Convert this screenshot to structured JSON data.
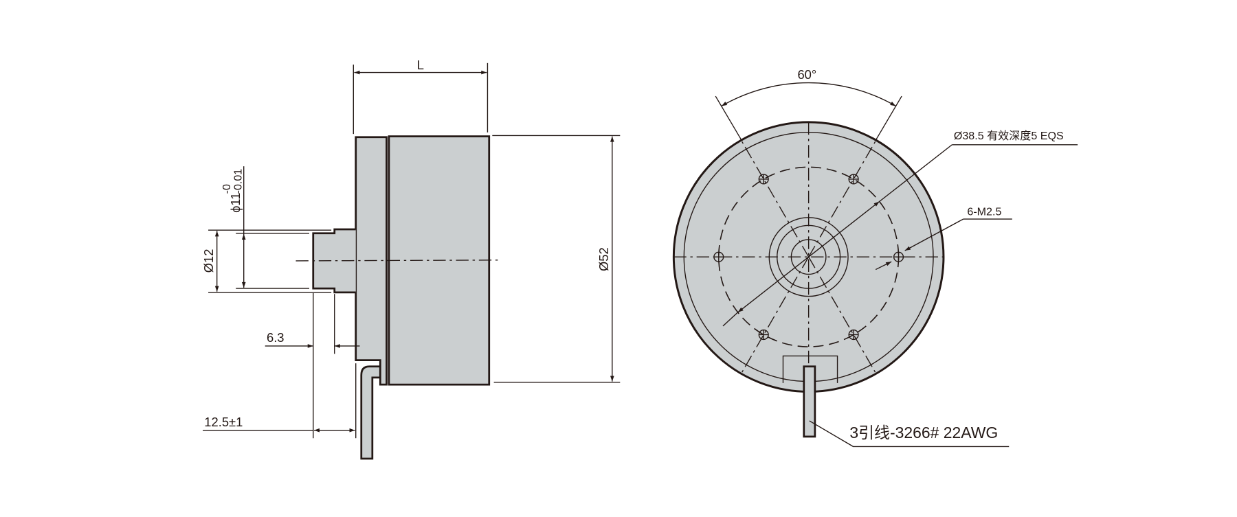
{
  "side_view": {
    "length_label": "L",
    "shaft_dia_label": "Ø12",
    "shaft_fit_label": "ϕ11",
    "shaft_fit_upper": "-0",
    "shaft_fit_lower": "-0.01",
    "body_dia_label": "Ø52",
    "boss_length_label": "6.3",
    "lead_offset_label": "12.5±1"
  },
  "front_view": {
    "angle_label": "60°",
    "bolt_circle_label": "Ø38.5 有效深度5 EQS",
    "thread_label": "6-M2.5",
    "lead_wire_label": "3引线-3266# 22AWG"
  },
  "colors": {
    "part_fill": "#cbcfd0",
    "line": "#231815"
  }
}
